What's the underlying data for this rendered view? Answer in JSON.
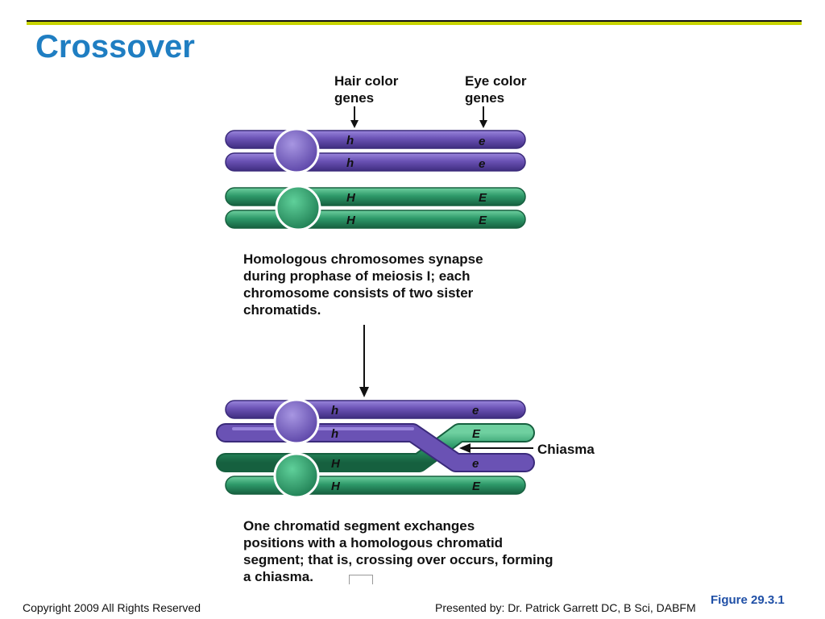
{
  "slide": {
    "title": "Crossover",
    "figure_label": "Figure 29.3.1",
    "footer_left": "Copyright 2009 All Rights Reserved",
    "footer_right": "Presented by: Dr. Patrick Garrett DC, B Sci, DABFM"
  },
  "diagram": {
    "hair_label": [
      "Hair color",
      "genes"
    ],
    "eye_label": [
      "Eye color",
      "genes"
    ],
    "top_genes": {
      "purple_1": [
        "h",
        "e"
      ],
      "purple_2": [
        "h",
        "e"
      ],
      "green_1": [
        "H",
        "E"
      ],
      "green_2": [
        "H",
        "E"
      ]
    },
    "caption_1": [
      "Homologous chromosomes synapse",
      "during prophase of meiosis I; each",
      "chromosome consists of two sister",
      "chromatids."
    ],
    "bottom_genes": {
      "row_1": [
        "h",
        "e"
      ],
      "row_2": [
        "h",
        "E"
      ],
      "row_3": [
        "H",
        "e"
      ],
      "row_4": [
        "H",
        "E"
      ]
    },
    "chiasma_label": "Chiasma",
    "caption_2": [
      "One chromatid segment exchanges",
      "positions with a homologous chromatid",
      "segment; that is, crossing over occurs, forming",
      "a chiasma."
    ],
    "colors": {
      "purple": "#6a52b4",
      "green": "#2e9a6a",
      "title": "#1f7ec2",
      "accent_bar": "#c8d400"
    }
  }
}
